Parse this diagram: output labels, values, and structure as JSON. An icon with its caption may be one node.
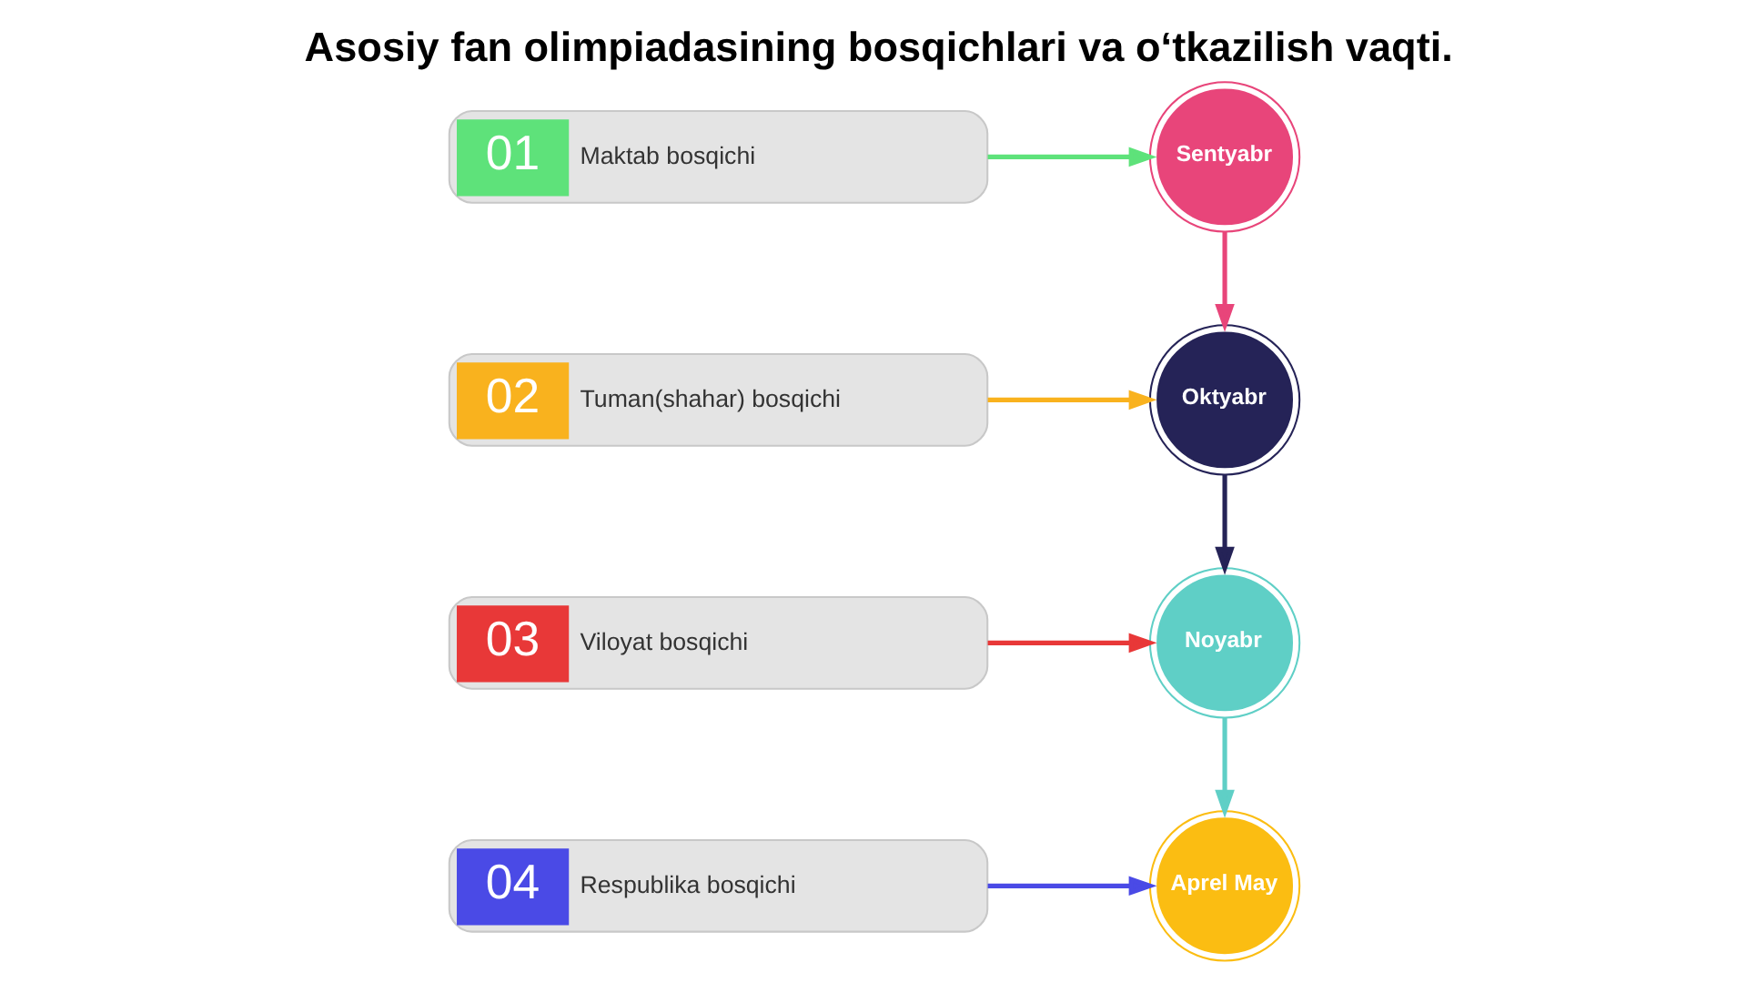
{
  "diagram": {
    "title": "Asosiy fan olimpiadasining bosqichlari va o‘tkazilish vaqti.",
    "nodes": [
      {
        "text": [
          "01",
          "Maktab bosqichi"
        ]
      },
      {
        "text": [
          "02",
          "Tuman(shahar) bosqichi"
        ]
      },
      {
        "text": [
          "03",
          "Viloyat bosqichi"
        ]
      },
      {
        "text": [
          "04",
          "Respublika bosqichi"
        ]
      },
      {
        "text": [
          "Sentyabr"
        ]
      },
      {
        "text": [
          "Oktyabr"
        ]
      },
      {
        "text": [
          "Noyabr"
        ]
      },
      {
        "text": [
          "Aprel May"
        ]
      }
    ],
    "edges": [
      {
        "from": 0,
        "to": 4,
        "arrow": "to",
        "color": "#5ee27a"
      },
      {
        "from": 1,
        "to": 5,
        "arrow": "to",
        "color": "#f9b21e"
      },
      {
        "from": 2,
        "to": 6,
        "arrow": "to",
        "color": "#e83838"
      },
      {
        "from": 3,
        "to": 7,
        "arrow": "to",
        "color": "#4a4ae6"
      },
      {
        "from": 4,
        "to": 5,
        "arrow": "to",
        "color": "#e8457a"
      },
      {
        "from": 5,
        "to": 6,
        "arrow": "to",
        "color": "#252357"
      },
      {
        "from": 6,
        "to": 7,
        "arrow": "to",
        "color": "#5fcfc6"
      }
    ]
  }
}
